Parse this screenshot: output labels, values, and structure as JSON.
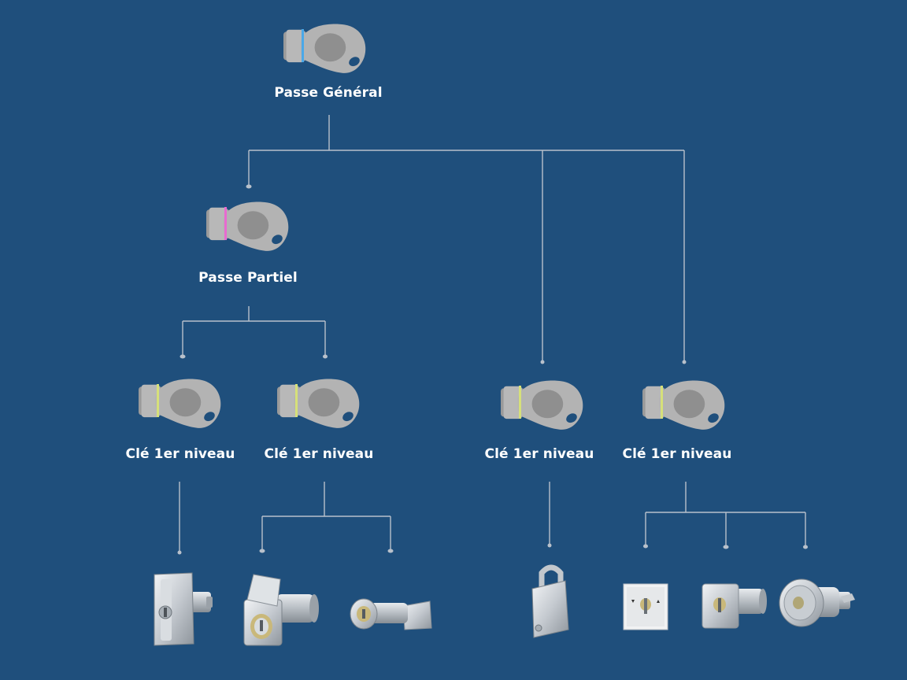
{
  "colors": {
    "background": "#1f4f7c",
    "connector": "#b9c1cb",
    "key_body": "#b3b3b3",
    "key_hole": "#8f8f8f",
    "ring_general": "#4aa8e8",
    "ring_partial": "#e86ad0",
    "ring_level1": "#d6e07a",
    "label": "#ffffff"
  },
  "nodes": {
    "passe_general": {
      "label": "Passe Général",
      "key_icon": "key-blue-ring"
    },
    "passe_partiel": {
      "label": "Passe Partiel",
      "key_icon": "key-pink-ring"
    },
    "cle_1": {
      "label": "Clé 1er niveau",
      "key_icon": "key-yellow-ring"
    },
    "cle_2": {
      "label": "Clé 1er niveau",
      "key_icon": "key-yellow-ring"
    },
    "cle_3": {
      "label": "Clé 1er niveau",
      "key_icon": "key-yellow-ring"
    },
    "cle_4": {
      "label": "Clé 1er niveau",
      "key_icon": "key-yellow-ring"
    }
  },
  "products": [
    {
      "icon": "t-handle-lock"
    },
    {
      "icon": "covered-cylinder-lock"
    },
    {
      "icon": "cam-lock"
    },
    {
      "icon": "padlock"
    },
    {
      "icon": "key-switch-plate"
    },
    {
      "icon": "square-flange-cylinder"
    },
    {
      "icon": "round-cylinder-lock"
    }
  ]
}
